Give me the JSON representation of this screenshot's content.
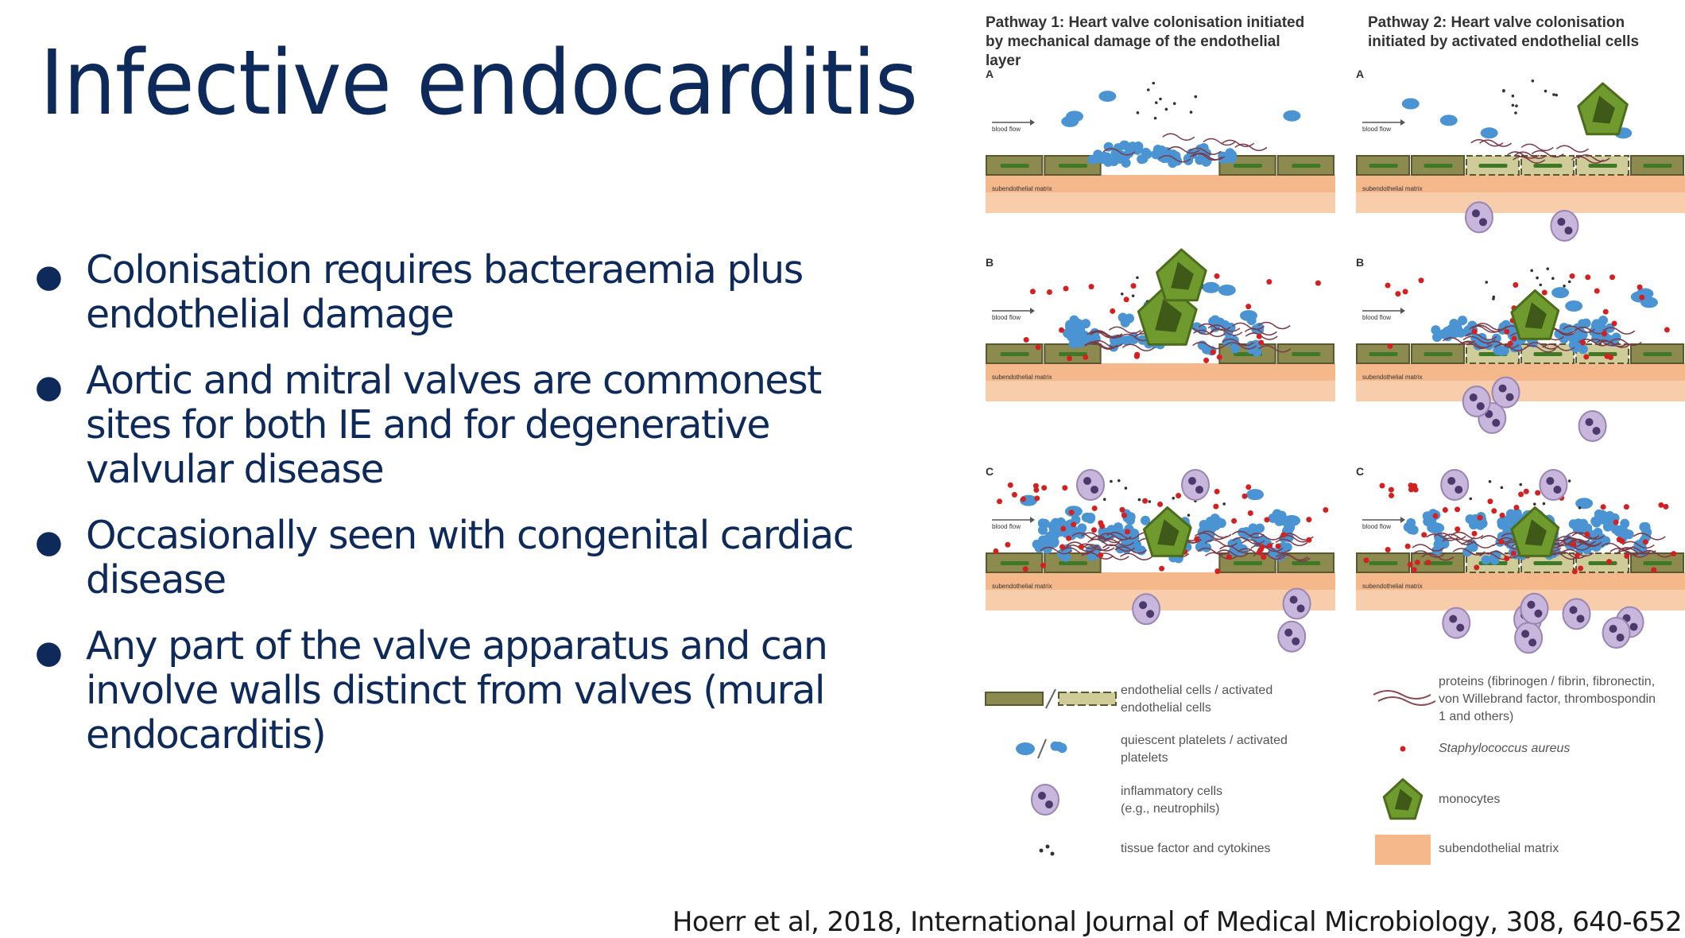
{
  "slide": {
    "title": "Infective endocarditis",
    "bullets": [
      {
        "lines": [
          "Colonisation requires bacteraemia plus",
          "endothelial damage"
        ]
      },
      {
        "lines": [
          "Aortic and mitral valves are commonest",
          "sites for both IE and for degenerative",
          "valvular disease"
        ]
      },
      {
        "lines": [
          "Occasionally seen with congenital cardiac",
          "disease"
        ]
      },
      {
        "lines": [
          "Any part of the valve apparatus and can",
          "involve walls distinct from valves (mural",
          "endocarditis)"
        ]
      }
    ],
    "citation": "Hoerr et al, 2018, International Journal of Medical Microbiology, 308, 640-652"
  },
  "figure": {
    "pathway1": {
      "lines": [
        "Pathway 1: Heart valve colonisation initiated",
        "by mechanical damage of the endothelial",
        "layer"
      ]
    },
    "pathway2": {
      "lines": [
        "Pathway 2: Heart valve colonisation",
        "initiated by activated endothelial cells"
      ]
    },
    "panel_labels": [
      "A",
      "B",
      "C"
    ],
    "blood_flow_label": "blood flow",
    "matrix_label": "subendothelial matrix",
    "legend": [
      {
        "icon": "endothelial-cell-icon",
        "lines": [
          "endothelial cells / activated",
          "endothelial cells"
        ]
      },
      {
        "icon": "platelet-icon",
        "lines": [
          "quiescent platelets / activated",
          "platelets"
        ]
      },
      {
        "icon": "neutrophil-icon",
        "lines": [
          "inflammatory cells",
          "(e.g., neutrophils)"
        ]
      },
      {
        "icon": "cytokine-dots-icon",
        "lines": [
          "tissue factor and cytokines"
        ]
      },
      {
        "icon": "protein-strands-icon",
        "lines": [
          "proteins (fibrinogen / fibrin, fibronectin,",
          "von Willebrand factor, thrombospondin",
          "1 and others)"
        ]
      },
      {
        "icon": "bacterium-icon",
        "lines": [
          "Staphylococcus aureus"
        ]
      },
      {
        "icon": "monocyte-icon",
        "lines": [
          "monocytes"
        ]
      },
      {
        "icon": "matrix-swatch-icon",
        "lines": [
          "subendothelial matrix"
        ]
      }
    ],
    "colors": {
      "endothelium": "#8c8a4e",
      "activated_endothelium": "#cfcc9a",
      "matrix": "#f0a064",
      "platelet": "#4a94d4",
      "bacteria": "#d42020",
      "monocyte": "#6f9a2e",
      "neutrophil": "#c8b6dc"
    }
  }
}
